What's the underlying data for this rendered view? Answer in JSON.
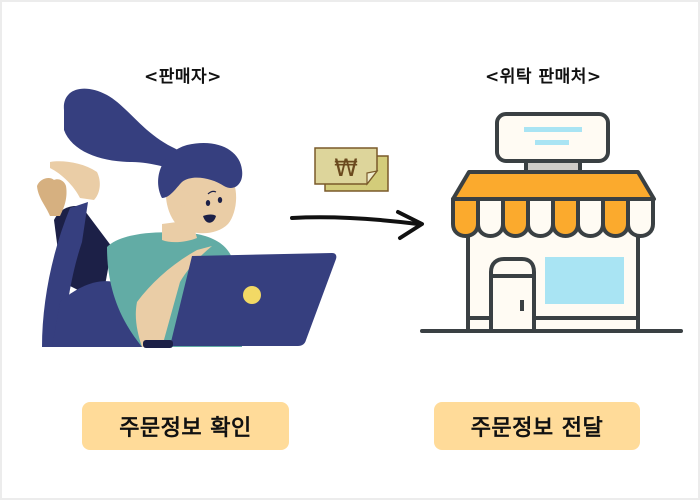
{
  "seller": {
    "label": "<판매자>",
    "action_label": "주문정보 확인"
  },
  "consignee": {
    "label": "<위탁 판매처>",
    "action_label": "주문정보 전달"
  },
  "flow": {
    "money_symbol": "₩",
    "direction": "seller-to-consignee"
  },
  "colors": {
    "navy": "#363f7f",
    "dark_navy": "#1c2047",
    "teal": "#62aca5",
    "skin": "#eacda6",
    "skin_dark": "#d6b080",
    "laptop_dot": "#f2d965",
    "awning_orange": "#fbaa2d",
    "outline": "#3a4043",
    "shop_fill": "#fffbf3",
    "window_blue": "#a9e4f3",
    "sign_post": "#cfccc8",
    "note_fill": "#ddd59b",
    "note_border": "#7a5a2a",
    "button_bg": "#ffdb99"
  }
}
